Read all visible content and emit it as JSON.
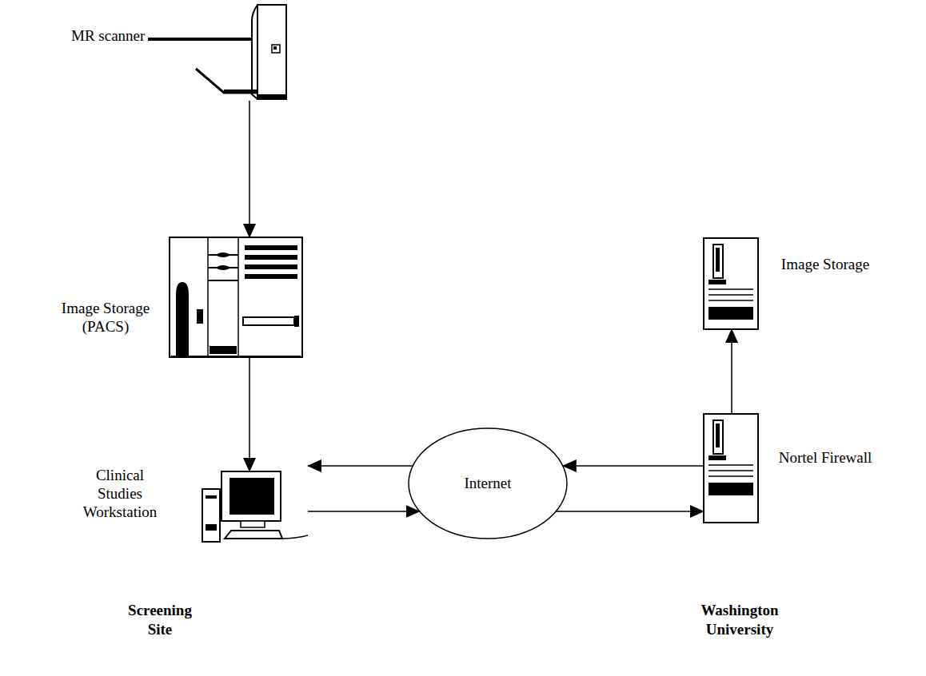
{
  "diagram": {
    "nodes": [
      {
        "text": [
          "MR scanner"
        ]
      },
      {
        "text": [
          "Image Storage (PACS)"
        ]
      },
      {
        "text": [
          "Clinical Studies Workstation"
        ]
      },
      {
        "text": [
          "Internet"
        ]
      },
      {
        "text": [
          "Nortel Firewall"
        ]
      },
      {
        "text": [
          "Image Storage"
        ]
      }
    ],
    "edges": [
      {
        "from": 0,
        "to": 1,
        "arrow": "to"
      },
      {
        "from": 1,
        "to": 2,
        "arrow": "to"
      },
      {
        "from": 3,
        "to": 2,
        "arrow": "to"
      },
      {
        "from": 2,
        "to": 3,
        "arrow": "to"
      },
      {
        "from": 4,
        "to": 3,
        "arrow": "to"
      },
      {
        "from": 3,
        "to": 4,
        "arrow": "to"
      },
      {
        "from": 4,
        "to": 5,
        "arrow": "to"
      }
    ],
    "labels": [
      "Screening Site",
      "Washington University"
    ]
  }
}
